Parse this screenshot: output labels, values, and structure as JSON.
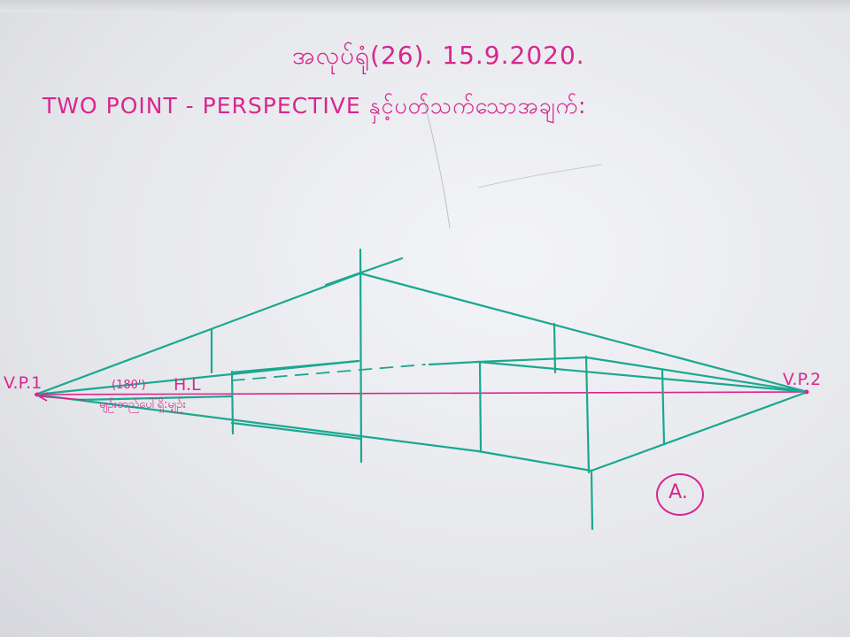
{
  "whiteboard": {
    "date_line": "အလုပ်ရုံ(26). 15.9.2020.",
    "title_line": "TWO POINT - PERSPECTIVE နှင့်ပတ်သက်သောအချက်:",
    "labels": {
      "vp1": "V.P.1",
      "vp2": "V.P.2",
      "horizon": "H.L",
      "distance": "(180')",
      "note": "မျဉ်းတည်ပေါ်ရှိ:မျှဉ်း"
    },
    "marker": "A."
  },
  "colors": {
    "marker_pink": "#d8268f",
    "marker_teal": "#1aa890",
    "board": "#eceef1"
  }
}
